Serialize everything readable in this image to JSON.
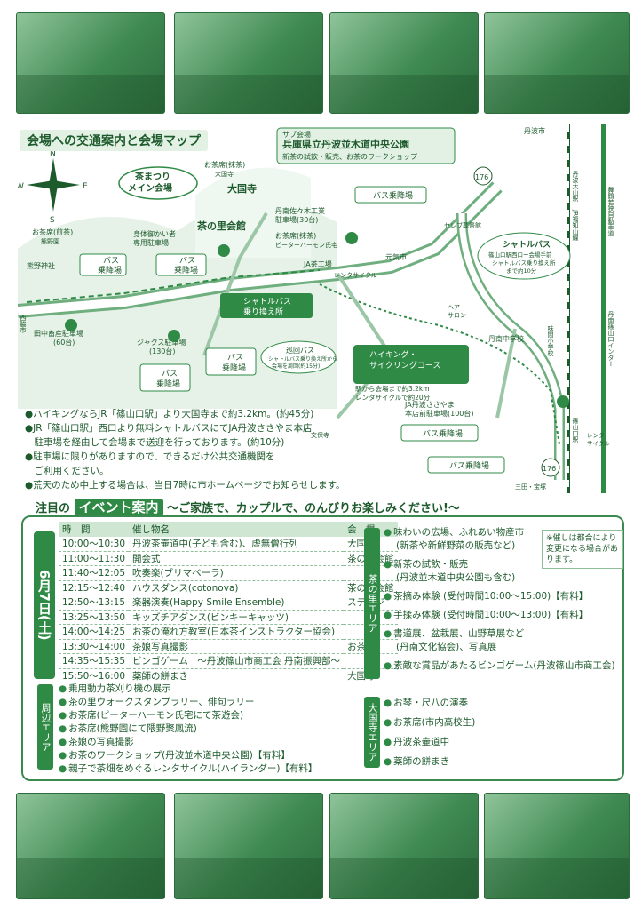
{
  "map": {
    "title": "会場への交通案内と会場マップ",
    "compass": {
      "n": "N",
      "s": "S",
      "e": "E",
      "w": "W"
    },
    "sub_venue": {
      "label": "サブ会場",
      "name": "兵庫県立丹波並木道中央公園",
      "desc": "新茶の試飲・販売、お茶のワークショップ"
    },
    "main_venue": {
      "line1": "茶まつり",
      "line2": "メイン会場"
    },
    "ochaseki_daikokuji": {
      "title": "お茶席(抹茶)",
      "sub": "大国寺"
    },
    "daikokuji": "大国寺",
    "chanosato": "茶の里会館",
    "parking_disabled": {
      "line1": "身体御かい者",
      "line2": "専用駐車場"
    },
    "ochaseki_hosei": {
      "title": "お茶席(抹茶)",
      "sub": "ピーターハーモン氏宅"
    },
    "ochaseki_sencha": {
      "title": "お茶席(煎茶)",
      "sub": "熊野園"
    },
    "kumano": "熊野神社",
    "bus1": {
      "l1": "バス",
      "l2": "乗降場"
    },
    "bus2": {
      "l1": "バス",
      "l2": "乗降場"
    },
    "bus3": "バス乗降場",
    "bus4": {
      "l1": "バス",
      "l2": "乗降場"
    },
    "bus5": {
      "l1": "バス",
      "l2": "乗降場"
    },
    "bus6": "バス乗降場",
    "bus7": "バス乗降場",
    "shuttle_transfer": {
      "l1": "シャトルバス",
      "l2": "乗り換え所"
    },
    "tannan_parking": {
      "l1": "丹南佐々木工業",
      "l2": "駐車場(30台)"
    },
    "ja_factory": "JA茶工場",
    "rental": "レンタサイクル",
    "genkishi": "元気市",
    "seren": "セレブ葬祭館",
    "shuttle_box": {
      "title": "シャトルバス",
      "d1": "篠山口駅西口ー会場手前",
      "d2": "シャトルバス乗り換え所",
      "d3": "まで約10分"
    },
    "junkai": {
      "title": "巡回バス",
      "d1": "シャトルバス乗り換え所から",
      "d2": "会場を周回(約15分)"
    },
    "heya_salon": {
      "l1": "ヘアー",
      "l2": "サロン"
    },
    "tannan_jhs": "丹南中学校",
    "mihi_es": "味間小学校",
    "hiking": {
      "l1": "ハイキング・",
      "l2": "サイクリングコース",
      "d1": "駅から会場まで約3.2km",
      "d2": "レンタサイクルで約20分"
    },
    "tanaka_parking": {
      "l1": "田中畜産駐車場",
      "l2": "(60台)"
    },
    "jix_parking": {
      "l1": "ジャクス駐車場",
      "l2": "(130台)"
    },
    "ja_honten": {
      "l1": "JA丹波ささやま",
      "l2": "本店前駐車場(100台)"
    },
    "nishimachi": "西脇市",
    "bunpoji": "文保寺",
    "tamba_daikyo": "丹波大山駅",
    "fukuchiyama": "JR福知山線",
    "maizuru": "舞鶴若狭自動車道",
    "tannan_ic": "丹南篠山口インター",
    "sasayamaguchi": "篠山口駅",
    "sanda": "三田・宝塚",
    "tanba_city": "丹波市",
    "route176a": "176",
    "route176b": "176",
    "rental_cycle2": {
      "l1": "レンタ",
      "l2": "サイクル"
    }
  },
  "access_notes": [
    "●ハイキングならJR「篠山口駅」より大国寺まで約3.2km。(約45分)",
    "●JR「篠山口駅」西口より無料シャトルバスにてJA丹波ささやま本店",
    "　駐車場を経由して会場まで送迎を行っております。(約10分)",
    "●駐車場に限りがありますので、できるだけ公共交通機関を",
    "　ご利用ください。",
    "●荒天のため中止する場合は、当日7時に市ホームページでお知らせします。"
  ],
  "events": {
    "banner_prefix": "注目の",
    "banner_main": "イベント案内",
    "banner_suffix": "〜ご家族で、カップルで、のんびりお楽しみください!〜",
    "date": "6月7日(土)",
    "header": {
      "time": "時　間",
      "event": "催し物名",
      "venue": "会　場"
    },
    "schedule": [
      {
        "time": "10:00〜10:30",
        "name": "丹波茶壷道中(子ども含む)、虚無僧行列",
        "venue": "大国寺"
      },
      {
        "time": "11:00〜11:30",
        "name": "開会式",
        "venue": "茶の里会館"
      },
      {
        "time": "11:40〜12:05",
        "name": "吹奏楽(ブリマベーラ)",
        "venue": ""
      },
      {
        "time": "12:15〜12:40",
        "name": "ハウスダンス(cotonova)",
        "venue": "茶の里会館"
      },
      {
        "time": "12:50〜13:15",
        "name": "楽器演奏(Happy Smile Ensemble)",
        "venue": "ステージ"
      },
      {
        "time": "13:25〜13:50",
        "name": "キッズチアダンス(ビンキーキャッツ)",
        "venue": ""
      },
      {
        "time": "14:00〜14:25",
        "name": "お茶の淹れ方教室(日本茶インストラクター協会)",
        "venue": ""
      },
      {
        "time": "13:30〜14:00",
        "name": "茶娘写真撮影",
        "venue": "お茶畑"
      },
      {
        "time": "14:35〜15:35",
        "name": "ビンゴゲーム　〜丹波篠山市商工会 丹南振興部〜",
        "venue": ""
      },
      {
        "time": "15:50〜16:00",
        "name": "薬師の餅まき",
        "venue": "大国寺"
      }
    ],
    "surrounding": {
      "label": "周辺エリア",
      "items": [
        "乗用動力茶刈り機の展示",
        "茶の里ウォークスタンプラリー、俳句ラリー",
        "お茶席(ピーターハーモン氏宅にて茶遊会)",
        "お茶席(熊野園にて隈野聚鳳流)",
        "茶娘の写真撮影",
        "お茶のワークショップ(丹波並木道中央公園)【有料】",
        "親子で茶畑をめぐるレンタサイクル(ハイランダー)【有料】"
      ]
    },
    "chanosato_area": {
      "label": "茶の里エリア",
      "items": [
        {
          "text": "味わいの広場、ふれあい物産市",
          "sub": "(新茶や新鮮野菜の販売など)"
        },
        {
          "text": "新茶の試飲・販売",
          "sub": "(丹波並木道中央公園も含む)"
        },
        {
          "text": "茶摘み体験 (受付時間10:00〜15:00)【有料】",
          "sub": ""
        },
        {
          "text": "手揉み体験 (受付時間10:00〜13:00)【有料】",
          "sub": ""
        },
        {
          "text": "書道展、盆栽展、山野草展など",
          "sub": "(丹南文化協会)、写真展"
        },
        {
          "text": "素敵な賞品があたるビンゴゲーム(丹波篠山市商工会)",
          "sub": ""
        }
      ]
    },
    "daikokuji_area": {
      "label": "大国寺エリア",
      "items": [
        "お琴・尺八の演奏",
        "お茶席(市内高校生)",
        "丹波茶壷道中",
        "薬師の餅まき"
      ]
    },
    "note": "※催しは都合により変更になる場合があります。"
  },
  "colors": {
    "primary": "#2f8a46",
    "dark": "#1d5a2c",
    "light": "#e2f1e4"
  }
}
